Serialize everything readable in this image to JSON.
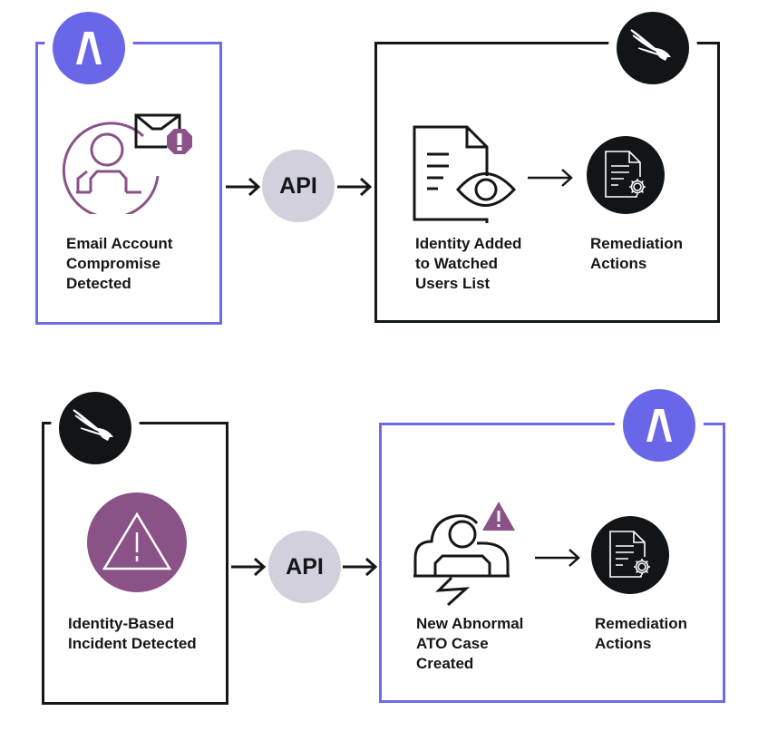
{
  "colors": {
    "abnormal_purple": "#6a66e8",
    "crowdstrike_dark": "#121518",
    "alert_mauve": "#8a5287",
    "api_gray": "#d1d0dc",
    "text": "#14171a"
  },
  "flows": [
    {
      "source": {
        "vendor_logo": "abnormal-logo",
        "icon": "user-email-alert-icon",
        "label_lines": [
          "Email Account",
          "Compromise",
          "Detected"
        ]
      },
      "connector": {
        "label": "API"
      },
      "target": {
        "vendor_logo": "crowdstrike-falcon-logo",
        "steps": [
          {
            "icon": "document-eye-icon",
            "label_lines": [
              "Identity Added",
              "to Watched",
              "Users List"
            ]
          },
          {
            "icon": "document-gear-icon",
            "label_lines": [
              "Remediation",
              "Actions"
            ]
          }
        ]
      }
    },
    {
      "source": {
        "vendor_logo": "crowdstrike-falcon-logo",
        "icon": "warning-triangle-icon",
        "label_lines": [
          "Identity-Based",
          "Incident Detected"
        ]
      },
      "connector": {
        "label": "API"
      },
      "target": {
        "vendor_logo": "abnormal-logo",
        "steps": [
          {
            "icon": "cloud-user-alert-icon",
            "label_lines": [
              "New Abnormal",
              "ATO Case",
              "Created"
            ]
          },
          {
            "icon": "document-gear-icon",
            "label_lines": [
              "Remediation",
              "Actions"
            ]
          }
        ]
      }
    }
  ]
}
